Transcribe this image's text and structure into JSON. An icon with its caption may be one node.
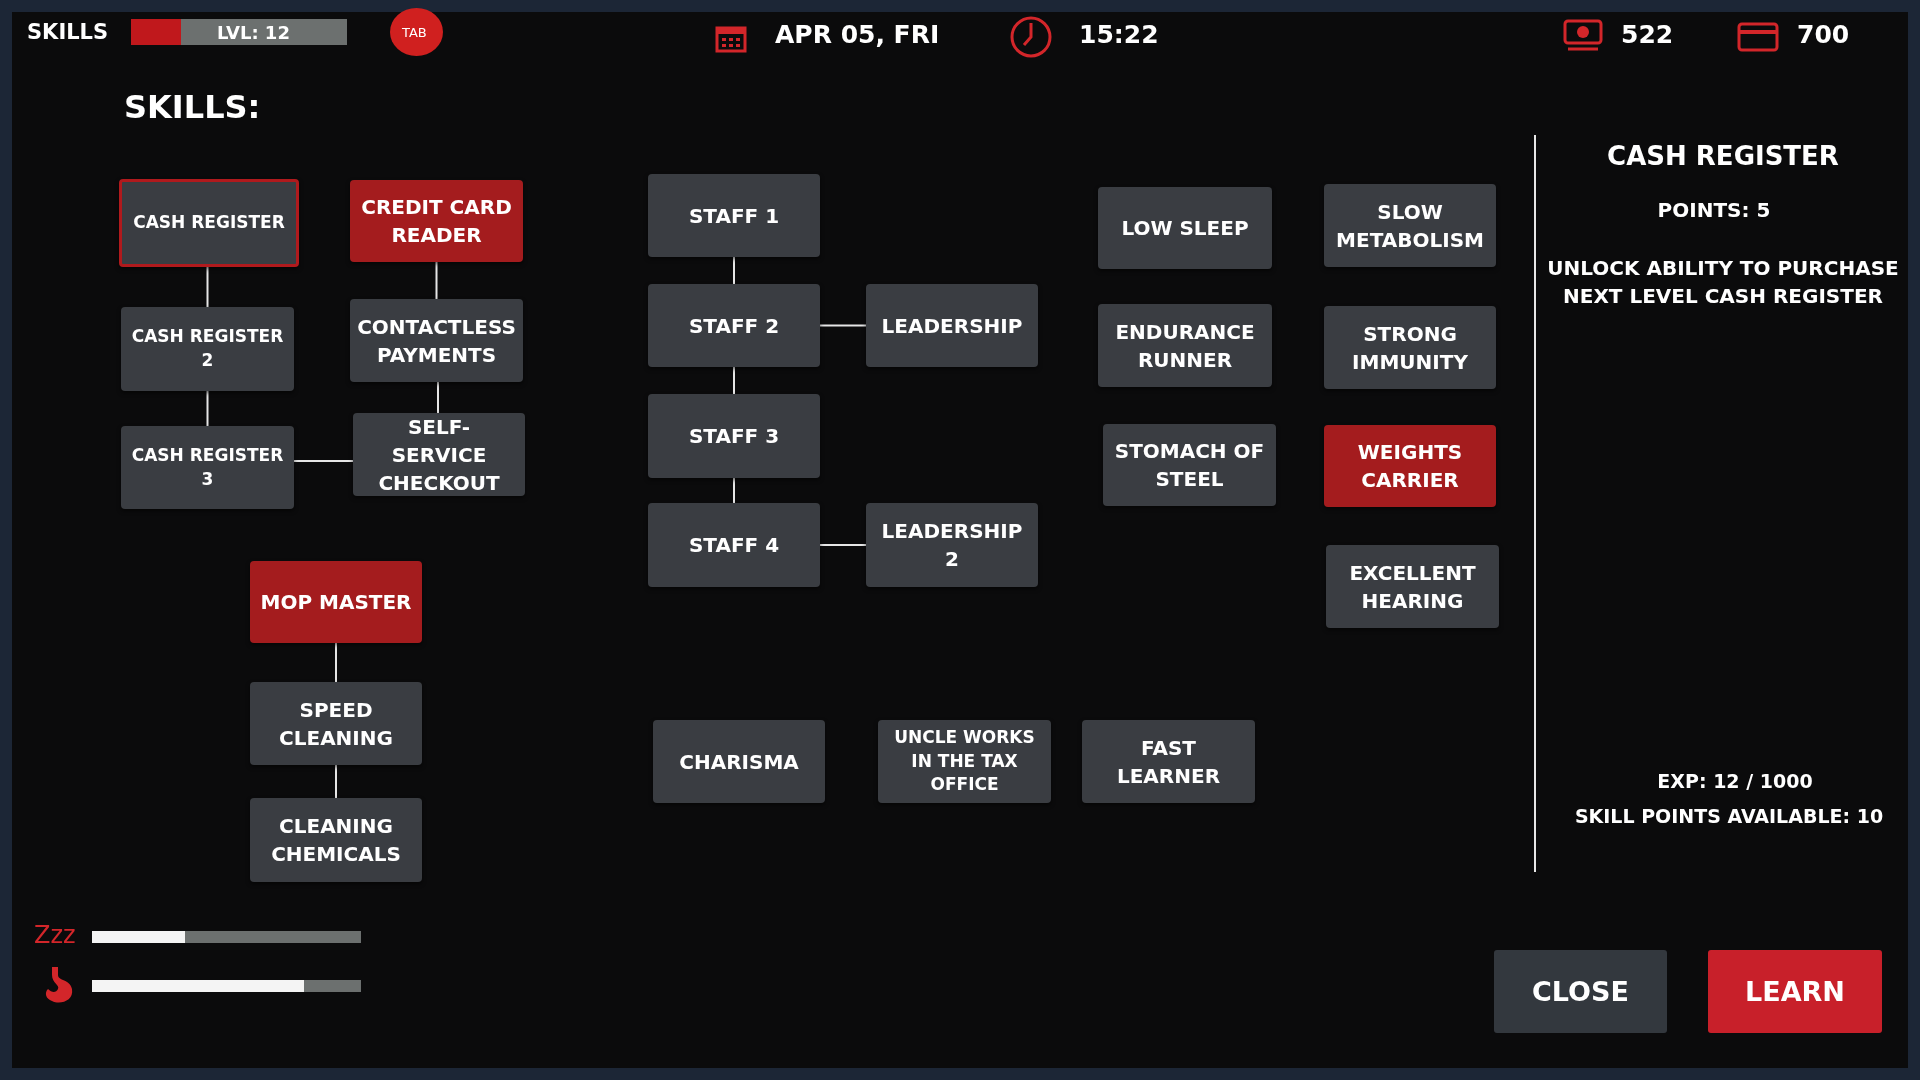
{
  "diagram": {
    "title": "SKILLS:",
    "nodes": [
      {
        "text": [
          "CASH REGISTER"
        ]
      },
      {
        "text": [
          "CREDIT CARD READER"
        ]
      },
      {
        "text": [
          "CASH REGISTER 2"
        ]
      },
      {
        "text": [
          "CONTACTLESS PAYMENTS"
        ]
      },
      {
        "text": [
          "CASH REGISTER 3"
        ]
      },
      {
        "text": [
          "SELF-SERVICE CHECKOUT"
        ]
      },
      {
        "text": [
          "MOP MASTER"
        ]
      },
      {
        "text": [
          "SPEED CLEANING"
        ]
      },
      {
        "text": [
          "CLEANING CHEMICALS"
        ]
      },
      {
        "text": [
          "STAFF 1"
        ]
      },
      {
        "text": [
          "STAFF 2"
        ]
      },
      {
        "text": [
          "LEADERSHIP"
        ]
      },
      {
        "text": [
          "STAFF 3"
        ]
      },
      {
        "text": [
          "STAFF 4"
        ]
      },
      {
        "text": [
          "LEADERSHIP 2"
        ]
      },
      {
        "text": [
          "LOW SLEEP"
        ]
      },
      {
        "text": [
          "SLOW METABOLISM"
        ]
      },
      {
        "text": [
          "ENDURANCE RUNNER"
        ]
      },
      {
        "text": [
          "STRONG IMMUNITY"
        ]
      },
      {
        "text": [
          "STOMACH OF STEEL"
        ]
      },
      {
        "text": [
          "WEIGHTS CARRIER"
        ]
      },
      {
        "text": [
          "EXCELLENT HEARING"
        ]
      },
      {
        "text": [
          "CHARISMA"
        ]
      },
      {
        "text": [
          "UNCLE WORKS IN THE TAX OFFICE"
        ]
      },
      {
        "text": [
          "FAST LEARNER"
        ]
      }
    ],
    "edges": [
      {
        "from": 0,
        "to": 2,
        "arrow": "none"
      },
      {
        "from": 2,
        "to": 4,
        "arrow": "none"
      },
      {
        "from": 1,
        "to": 3,
        "arrow": "none"
      },
      {
        "from": 3,
        "to": 5,
        "arrow": "none"
      },
      {
        "from": 4,
        "to": 5,
        "arrow": "none"
      },
      {
        "from": 6,
        "to": 7,
        "arrow": "none"
      },
      {
        "from": 7,
        "to": 8,
        "arrow": "none"
      },
      {
        "from": 9,
        "to": 10,
        "arrow": "none"
      },
      {
        "from": 10,
        "to": 11,
        "arrow": "none"
      },
      {
        "from": 10,
        "to": 12,
        "arrow": "none"
      },
      {
        "from": 12,
        "to": 13,
        "arrow": "none"
      },
      {
        "from": 13,
        "to": 14,
        "arrow": "none"
      }
    ],
    "labels": [
      "SKILLS",
      "LVL: 12",
      "TAB",
      "APR 05, FRI",
      "15:22",
      "522",
      "700",
      "CASH REGISTER",
      "POINTS: 5",
      "UNLOCK ABILITY TO PURCHASE NEXT LEVEL CASH REGISTER",
      "EXP: 12 / 1000",
      "SKILL POINTS AVAILABLE: 10",
      "Zzz",
      "CLOSE",
      "LEARN"
    ]
  }
}
